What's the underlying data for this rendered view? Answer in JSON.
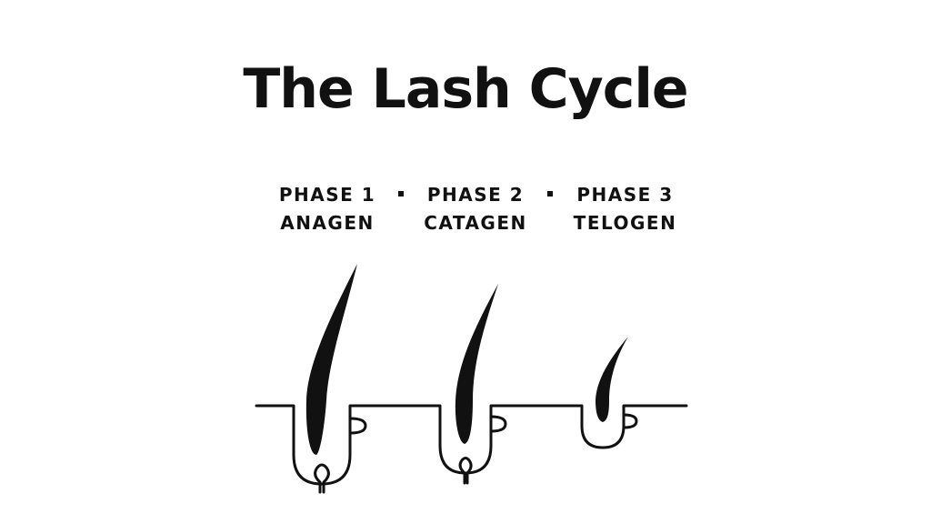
{
  "title": "The Lash Cycle",
  "phases": [
    {
      "number_label": "PHASE 1",
      "name": "ANAGEN"
    },
    {
      "number_label": "PHASE 2",
      "name": "CATAGEN"
    },
    {
      "number_label": "PHASE 3",
      "name": "TELOGEN"
    }
  ],
  "colors": {
    "ink": "#111111",
    "background": "#ffffff"
  }
}
